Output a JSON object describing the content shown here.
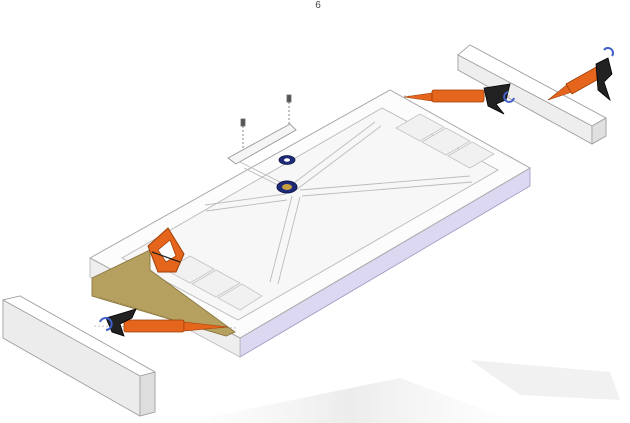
{
  "diagram": {
    "step_number": "6",
    "components": [
      "shower-tray",
      "end-batten-left",
      "end-batten-right",
      "hand-saw",
      "sealant-gun-left",
      "sealant-gun-top",
      "sealant-gun-right",
      "waste-outlet",
      "fixing-screws"
    ]
  }
}
